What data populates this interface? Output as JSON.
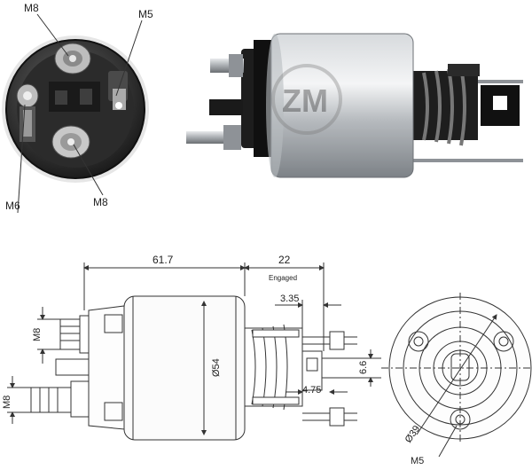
{
  "callouts": {
    "top_left": "M8",
    "top_right": "M5",
    "bottom_left": "M6",
    "bottom_right": "M8"
  },
  "dimensions": {
    "length_body": "61.7",
    "plunger_travel": "22",
    "engaged": "Engaged",
    "gap_a": "3.35",
    "diameter_body": "Ø54",
    "hole_offset": "6.6",
    "gap_b": "4.75",
    "thread_top": "M8",
    "thread_bottom": "M8",
    "bolt_circle": "Ø39",
    "mount_thread": "M5"
  },
  "logo": {
    "text": "ZM"
  },
  "colors": {
    "metal": "#9ea3a8",
    "dark": "#2a2a2a",
    "line": "#333333"
  }
}
